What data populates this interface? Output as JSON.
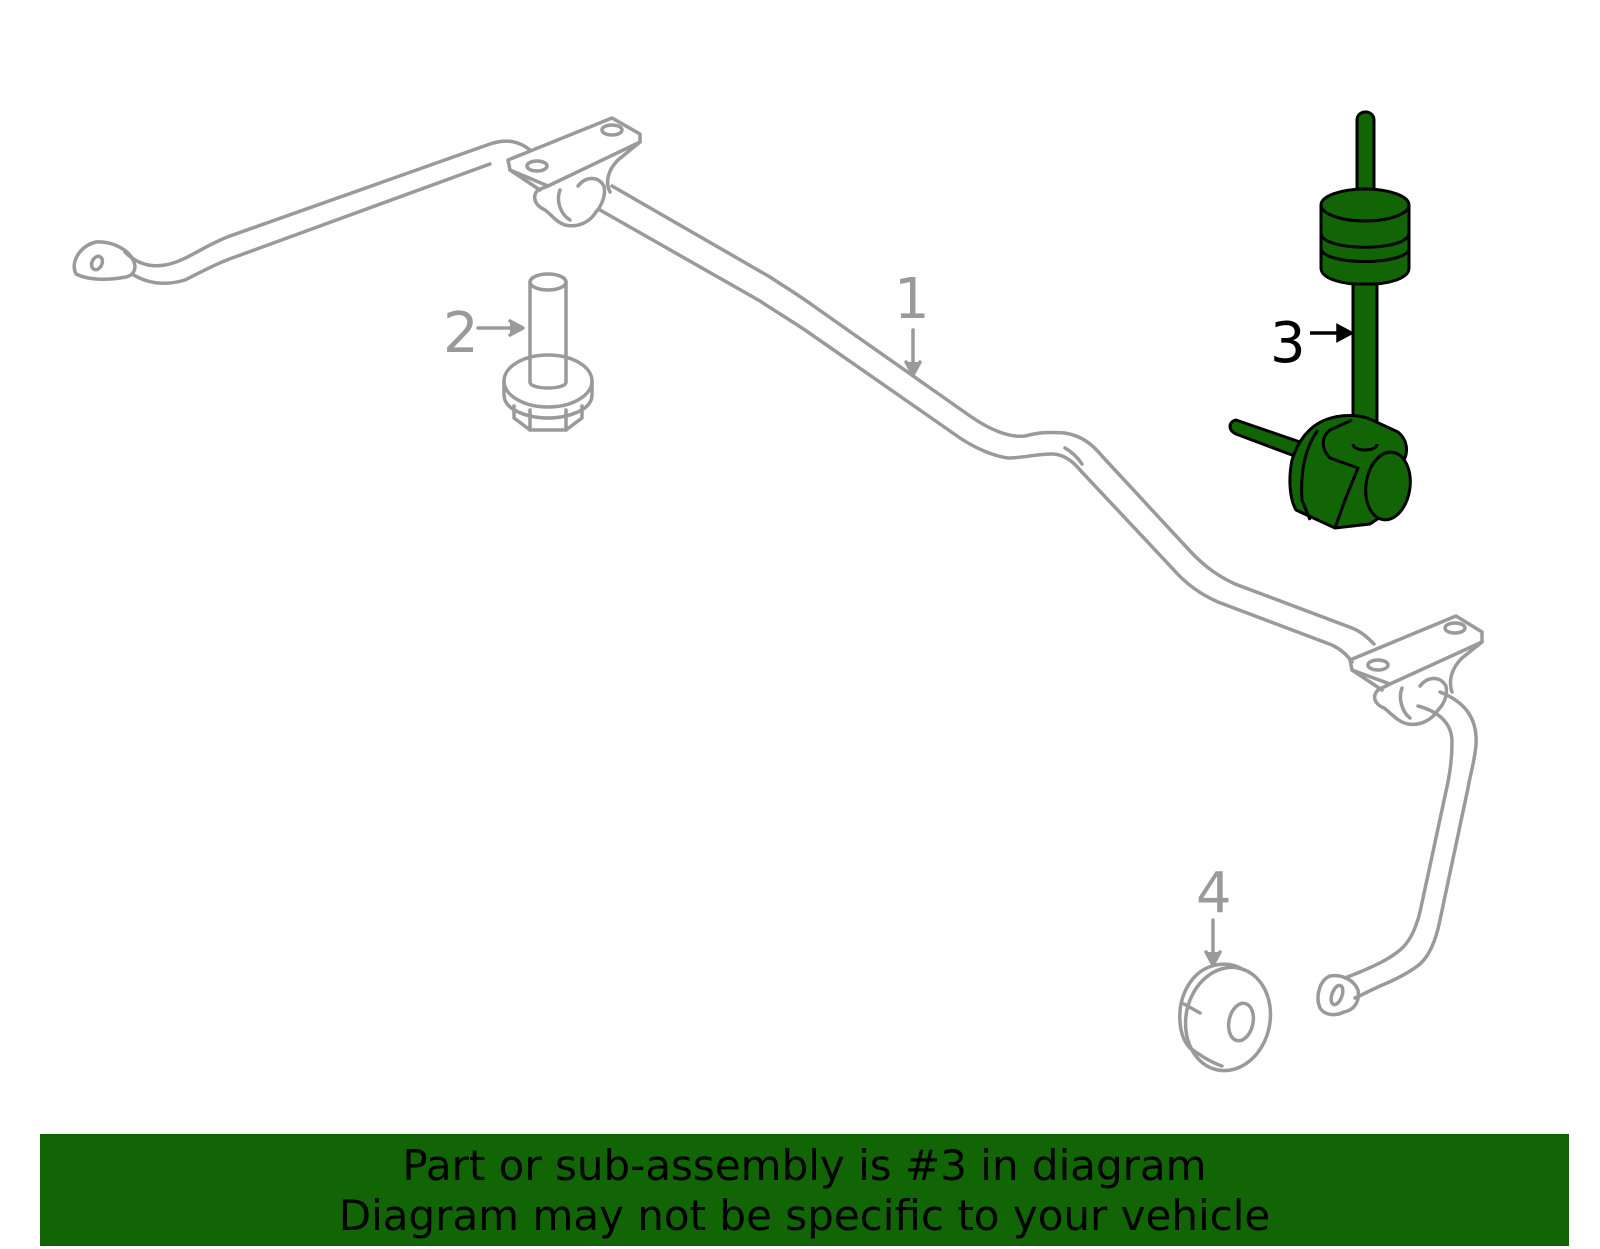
{
  "callouts": [
    {
      "id": "1",
      "label": "1",
      "highlighted": false
    },
    {
      "id": "2",
      "label": "2",
      "highlighted": false
    },
    {
      "id": "3",
      "label": "3",
      "highlighted": true
    },
    {
      "id": "4",
      "label": "4",
      "highlighted": false
    }
  ],
  "banner": {
    "line1": "Part or sub-assembly is #3 in diagram",
    "line2": "Diagram may not be specific to your vehicle"
  },
  "colors": {
    "outline": "#9a9a9a",
    "highlight_fill": "#126505",
    "highlight_stroke": "#000000",
    "banner_bg": "#126505"
  }
}
